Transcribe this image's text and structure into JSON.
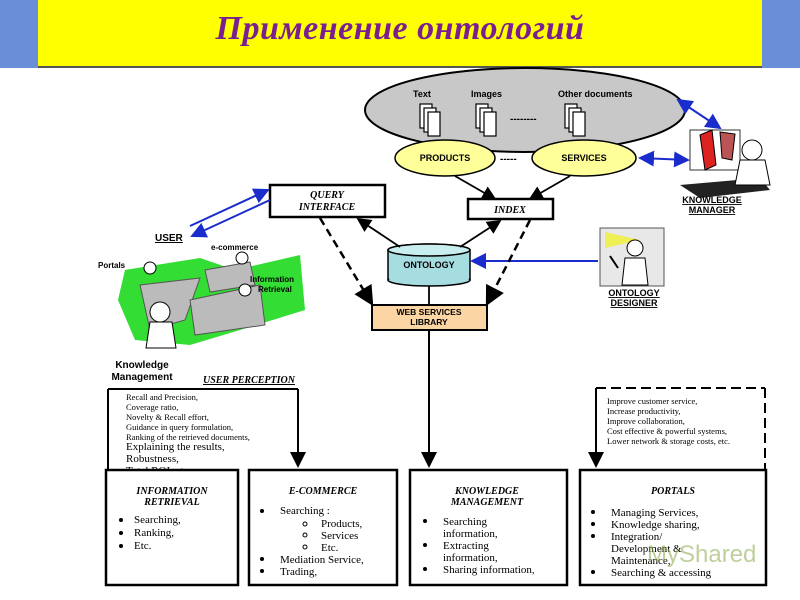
{
  "title": "Применение онтологий",
  "colors": {
    "title_band": "#ffff00",
    "title_text": "#7a1f8f",
    "side_bar": "#6a8fd8",
    "ellipse": "#c8c8c8",
    "yellow_ellipse": "#ffff99",
    "ontology": "#a6dde0",
    "library": "#fcd5a5",
    "blue_arrow": "#1a2ccc"
  },
  "repository": {
    "text": "Text",
    "images": "Images",
    "other": "Other documents",
    "dashes": "--------"
  },
  "products": "PRODUCTS",
  "services": "SERVICES",
  "mid_dashes": "-----",
  "knowledge_manager": [
    "KNOWLEDGE",
    "MANAGER"
  ],
  "query_interface": [
    "QUERY",
    "INTERFACE"
  ],
  "index": "INDEX",
  "ontology": "ONTOLOGY",
  "ontology_designer": [
    "ONTOLOGY",
    "DESIGNER"
  ],
  "web_services_library": [
    "WEB SERVICES",
    "LIBRARY"
  ],
  "user": "USER",
  "user_labels": {
    "portals": "Portals",
    "ecommerce": "e-commerce",
    "information": "Information",
    "retrieval": "Retrieval"
  },
  "knowledge_management_label": [
    "Knowledge",
    "Management"
  ],
  "user_perception": "USER PERCEPTION",
  "perception_small": [
    "Recall and Precision,",
    "Coverage ratio,",
    "Novelty & Recall effort,",
    "Guidance in query formulation,",
    "Ranking of the retrieved documents,"
  ],
  "perception_large": [
    "Explaining the results,",
    "Robustness,",
    "Total ROI, etc."
  ],
  "benefits": [
    "Improve customer service,",
    "Increase productivity,",
    "Improve collaboration,",
    "Cost effective & powerful systems,",
    "Lower network & storage costs, etc."
  ],
  "boxes": {
    "ir": {
      "title": [
        "INFORMATION",
        "RETRIEVAL"
      ],
      "items": [
        "Searching,",
        "Ranking,",
        "Etc."
      ]
    },
    "ec": {
      "title": [
        "E-COMMERCE"
      ],
      "items": [
        "Searching :",
        "Products,",
        "Services",
        "Etc.",
        "Mediation Service,",
        "Trading,"
      ]
    },
    "km": {
      "title": [
        "KNOWLEDGE",
        "MANAGEMENT"
      ],
      "items": [
        "Searching",
        "information,",
        "Extracting",
        "information,",
        "Sharing information,"
      ]
    },
    "portals": {
      "title": [
        "PORTALS"
      ],
      "items": [
        "Managing Services,",
        "Knowledge sharing,",
        "Integration/",
        "Development &",
        "Maintenance,",
        "Searching & accessing"
      ]
    }
  },
  "watermark": "MyShared"
}
